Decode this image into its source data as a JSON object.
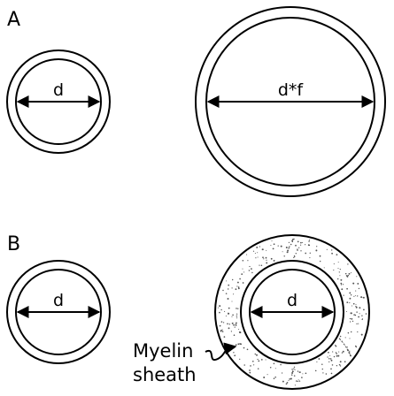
{
  "panels": [
    {
      "label": "A",
      "left_fiber": {
        "diameter_label": "d"
      },
      "right_fiber": {
        "diameter_label": "d*f"
      }
    },
    {
      "label": "B",
      "left_fiber": {
        "diameter_label": "d"
      },
      "right_fiber": {
        "diameter_label": "d",
        "sheath_label_line1": "Myelin",
        "sheath_label_line2": "sheath"
      }
    }
  ],
  "colors": {
    "stroke": "#000000",
    "background": "#ffffff",
    "sheath_dots": "#555555"
  }
}
